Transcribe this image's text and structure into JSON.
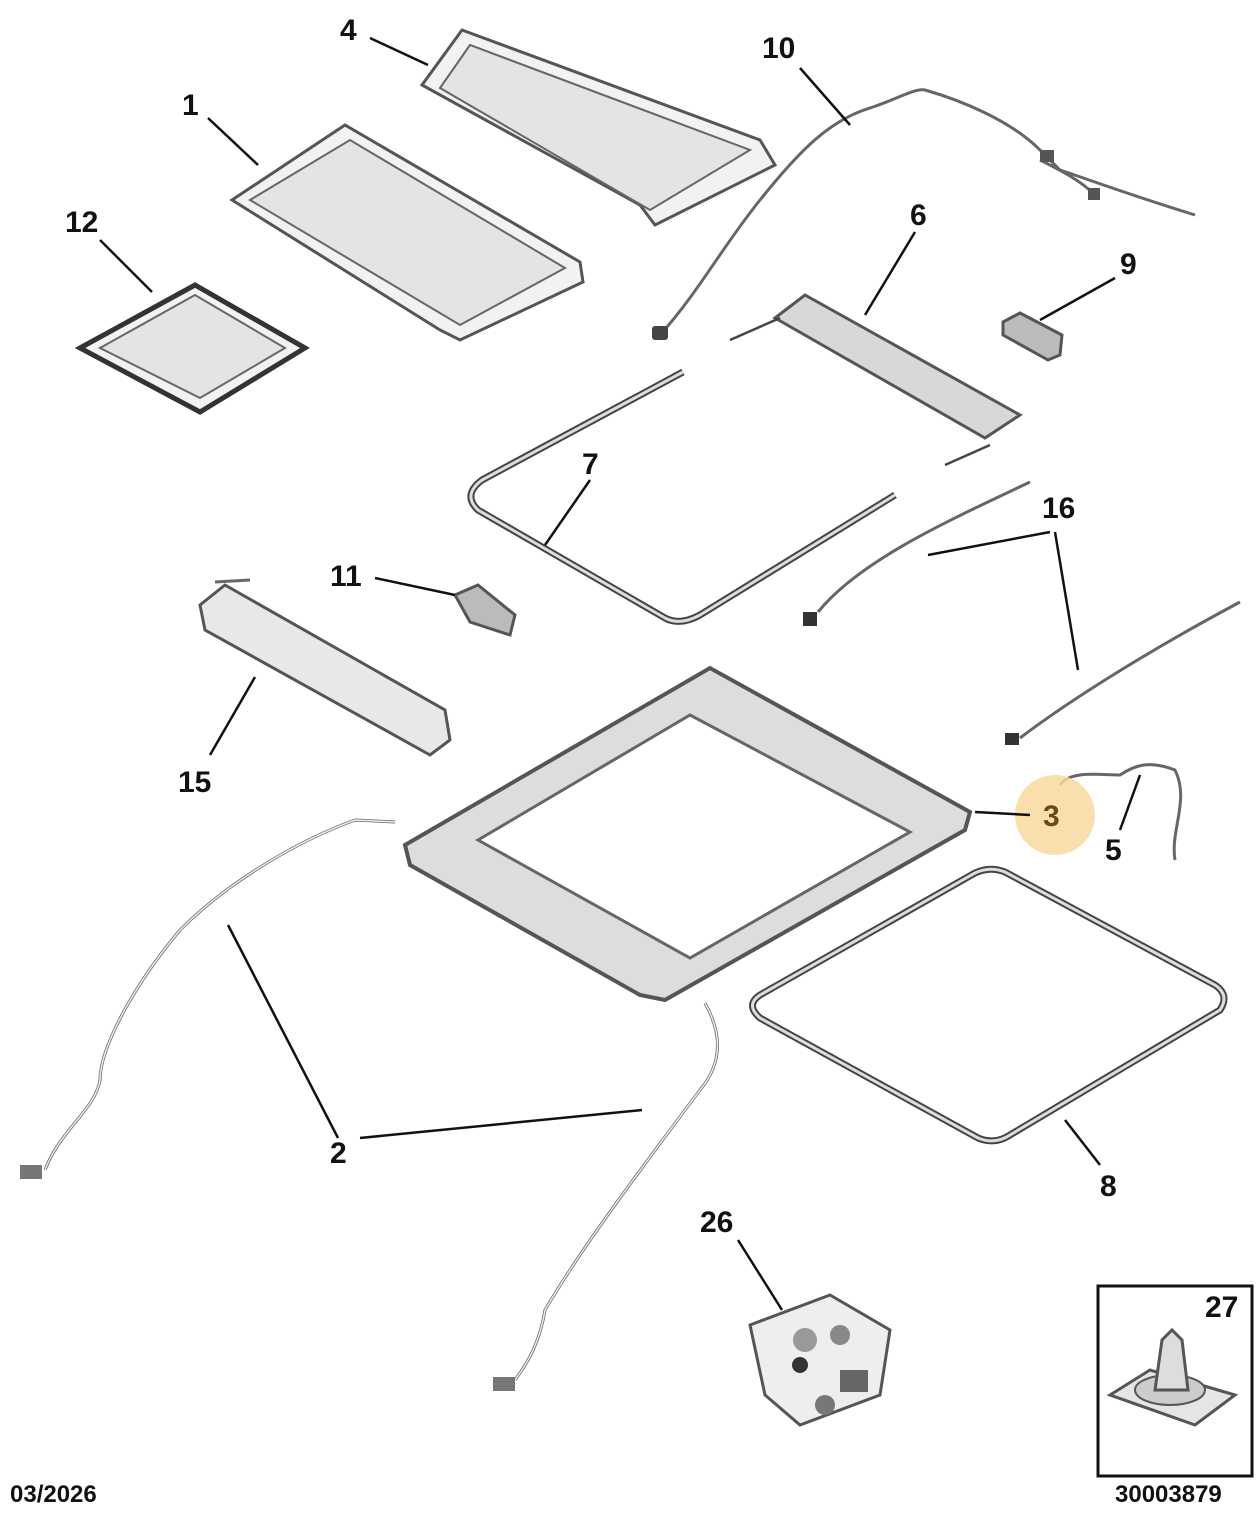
{
  "diagram": {
    "callouts": [
      {
        "id": "c1",
        "label": "1"
      },
      {
        "id": "c2",
        "label": "2"
      },
      {
        "id": "c3",
        "label": "3"
      },
      {
        "id": "c4",
        "label": "4"
      },
      {
        "id": "c5",
        "label": "5"
      },
      {
        "id": "c6",
        "label": "6"
      },
      {
        "id": "c7",
        "label": "7"
      },
      {
        "id": "c8",
        "label": "8"
      },
      {
        "id": "c9",
        "label": "9"
      },
      {
        "id": "c10",
        "label": "10"
      },
      {
        "id": "c11",
        "label": "11"
      },
      {
        "id": "c12",
        "label": "12"
      },
      {
        "id": "c15",
        "label": "15"
      },
      {
        "id": "c16",
        "label": "16"
      },
      {
        "id": "c26",
        "label": "26"
      },
      {
        "id": "c27",
        "label": "27"
      }
    ],
    "highlighted_callout": "3",
    "highlight_color": "#f9d9a0",
    "date": "03/2026",
    "reference": "30003879"
  }
}
